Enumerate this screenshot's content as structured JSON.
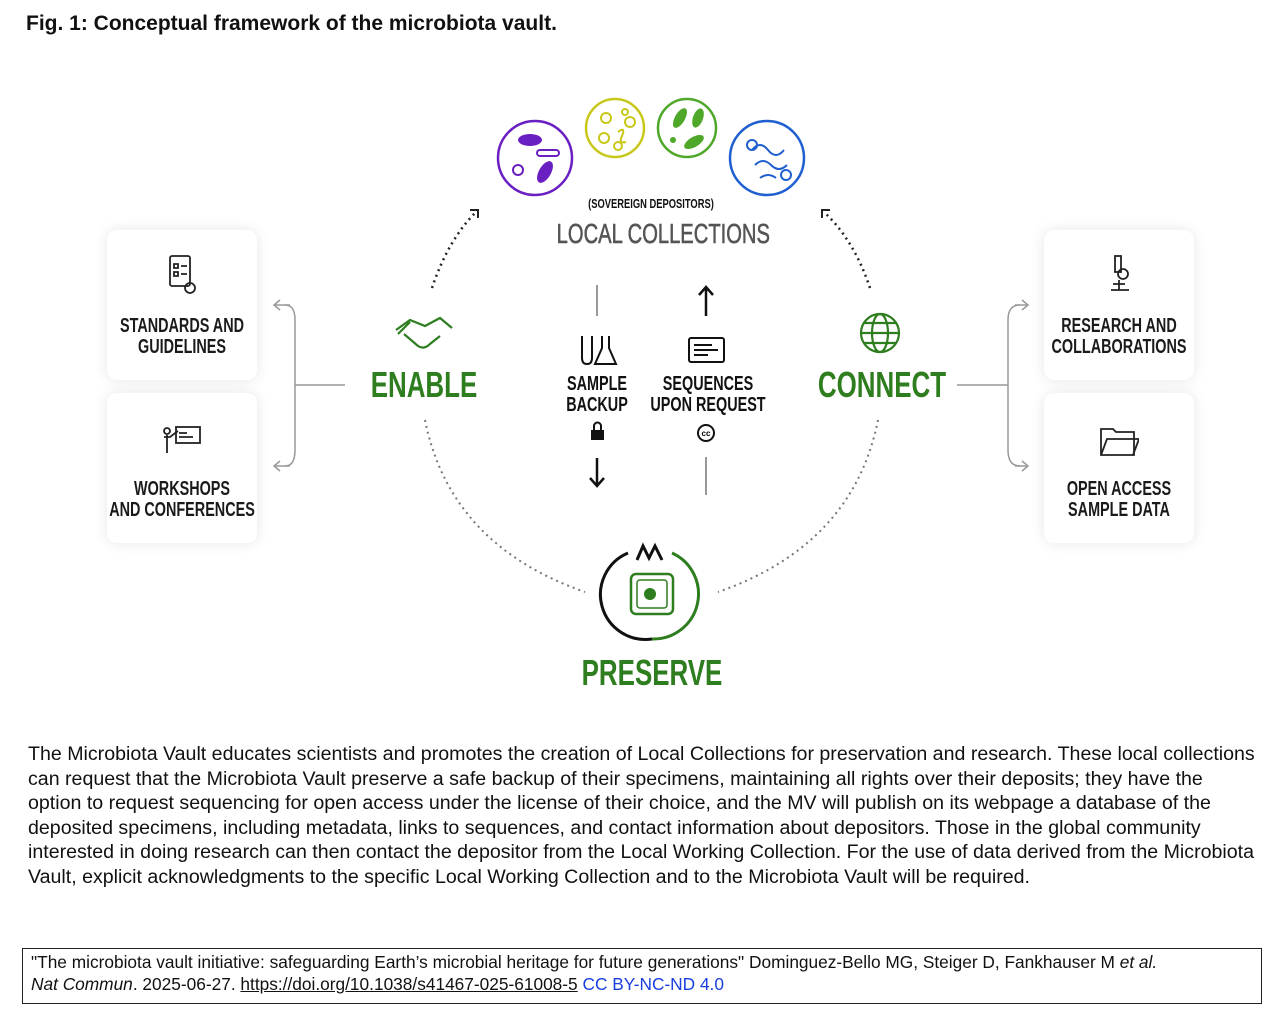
{
  "figure": {
    "title": "Fig. 1: Conceptual framework of the microbiota vault."
  },
  "diagram": {
    "top": {
      "subtitle": "(SOVEREIGN DEPOSITORS)",
      "label": "LOCAL COLLECTIONS"
    },
    "left_cards": [
      {
        "label1": "STANDARDS AND",
        "label2": "GUIDELINES",
        "icon": "checklist-certificate-icon"
      },
      {
        "label1": "WORKSHOPS",
        "label2": "AND CONFERENCES",
        "icon": "presenter-board-icon"
      }
    ],
    "right_cards": [
      {
        "label1": "RESEARCH AND",
        "label2": "COLLABORATIONS",
        "icon": "microscope-icon"
      },
      {
        "label1": "OPEN ACCESS",
        "label2": "SAMPLE DATA",
        "icon": "folder-icon"
      }
    ],
    "enable": "ENABLE",
    "connect": "CONNECT",
    "preserve": "PRESERVE",
    "sample": {
      "l1": "SAMPLE",
      "l2": "BACKUP"
    },
    "sequences": {
      "l1": "SEQUENCES",
      "l2": "UPON REQUEST"
    },
    "cc": "cc",
    "logo": "MV",
    "colors": {
      "green": "#2e7d1e",
      "purple": "#6a1fc2",
      "yellow": "#c8c81a",
      "lightgreen": "#4fa82a",
      "blue": "#1f5fd0"
    }
  },
  "caption": "The Microbiota Vault educates scientists and promotes the creation of Local Collections for preservation and research. These local collections can request that the Microbiota Vault preserve a safe backup of their specimens, maintaining all rights over their deposits; they have the option to request sequencing for open access under the license of their choice, and the MV will publish on its webpage a database of the deposited specimens, including metadata, links to sequences, and contact information about depositors. Those in the global community interested in doing research can then contact the depositor from the Local Working Collection. For the use of data derived from the Microbiota Vault, explicit acknowledgments to the specific Local Working Collection and to the Microbiota Vault will be required.",
  "citation": {
    "title": "\"The microbiota vault initiative: safeguarding Earth’s microbial heritage for future generations\"",
    "authors": " Dominguez-Bello MG, Steiger D, Fankhauser M ",
    "etal": "et al.",
    "journal": "Nat Commun",
    "date": ". 2025-06-27. ",
    "doi": "https://doi.org/10.1038/s41467-025-61008-5",
    "license": "CC BY-NC-ND 4.0"
  }
}
